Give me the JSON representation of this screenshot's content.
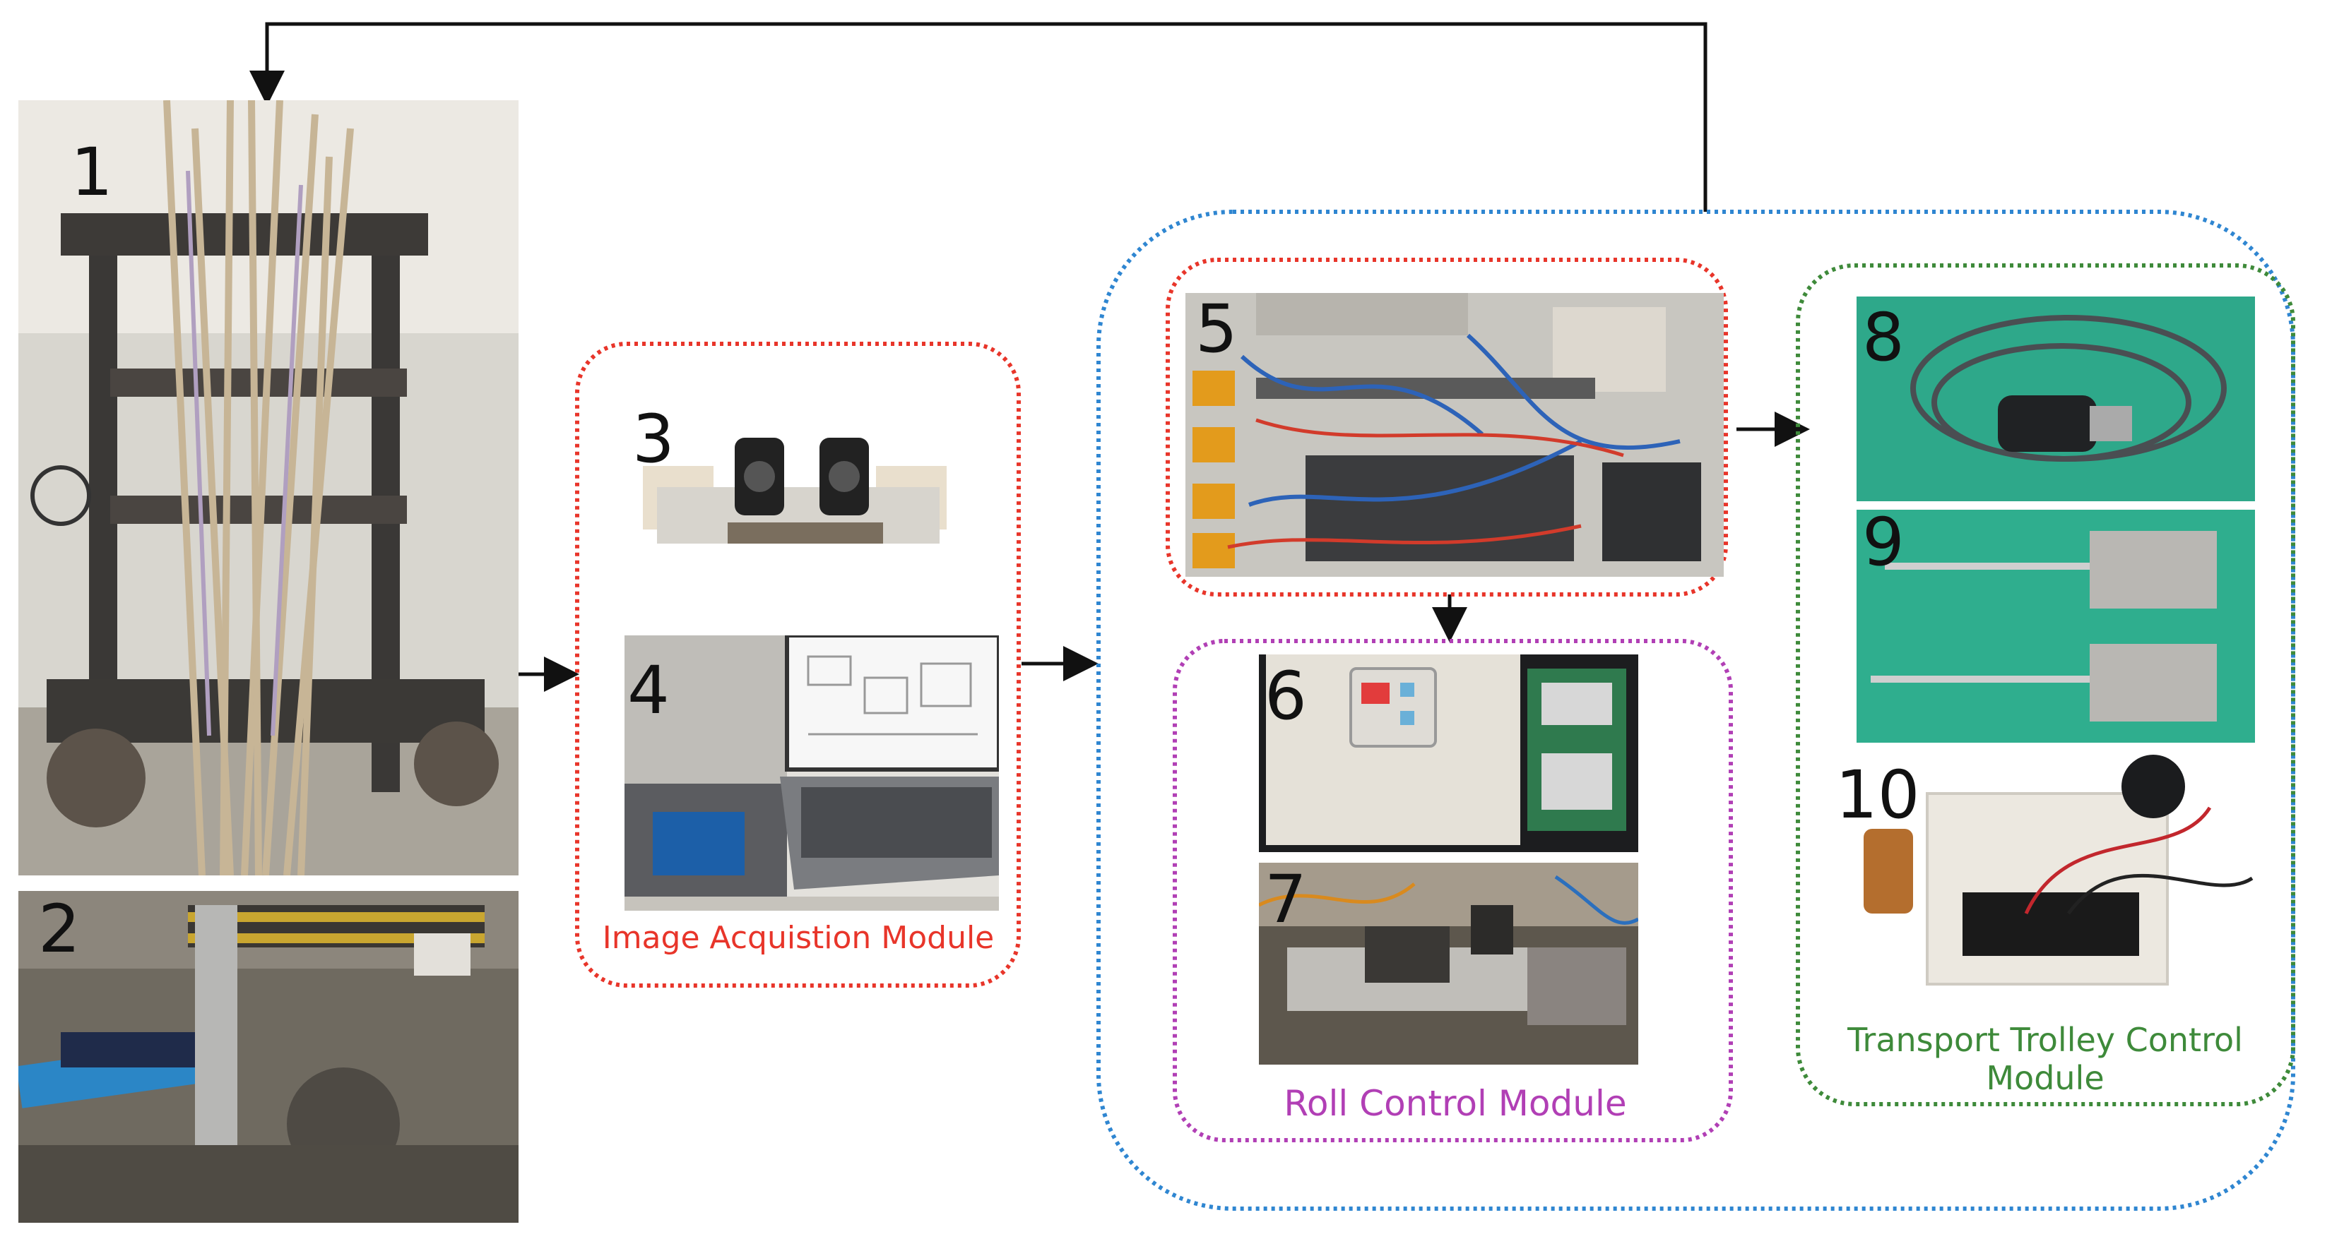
{
  "figure": {
    "numbers": [
      "1",
      "2",
      "3",
      "4",
      "5",
      "6",
      "7",
      "8",
      "9",
      "10"
    ],
    "modules": {
      "image_acquisition": "Image Acquistion Module",
      "roll_control": "Roll Control Module",
      "transport_trolley": "Transport Trolley Control Module"
    },
    "colors": {
      "image_acquisition": "#e8352a",
      "roll_control": "#b13fb5",
      "transport_trolley": "#3e8a3a",
      "controller": "#2f86d1",
      "arrow": "#111111"
    },
    "photos": {
      "p1": "sugarcane-harvester-rig-photo",
      "p2": "feed-roller-assembly-photo",
      "p3": "stereo-camera-board-photo",
      "p4": "laptop-and-controller-box-photo",
      "p5": "plc-control-cabinet-photo",
      "p6": "frequency-inverter-photo",
      "p7": "hydraulic-valve-photo",
      "p8": "rotary-encoder-photo",
      "p9": "limit-switches-photo",
      "p10": "remote-relay-controller-photo"
    }
  }
}
